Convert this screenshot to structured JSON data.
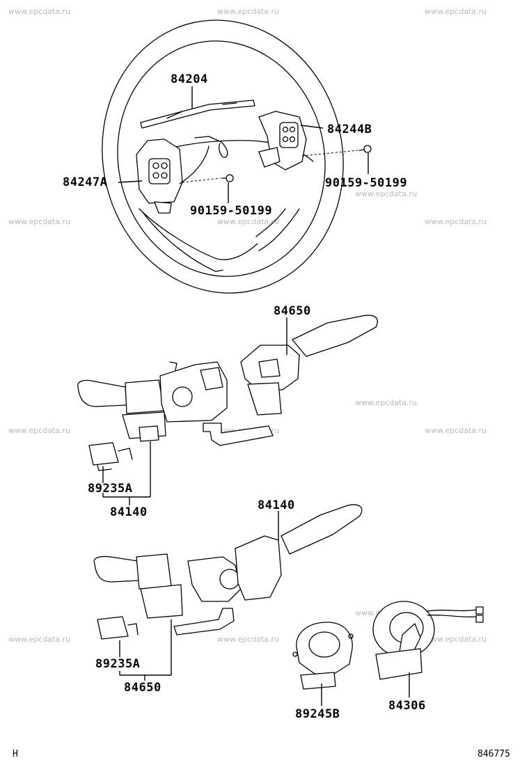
{
  "watermark": "www.epcdata.ru",
  "parts": {
    "p84204": "84204",
    "p84244b": "84244B",
    "p84247a": "84247A",
    "p90159_right": "90159-50199",
    "p90159_center": "90159-50199",
    "p84650_top": "84650",
    "p89235a_top": "89235A",
    "p84140_top": "84140",
    "p84140_mid": "84140",
    "p89235a_bottom": "89235A",
    "p84650_bottom": "84650",
    "p89245b": "89245B",
    "p84306": "84306"
  },
  "corner": {
    "left_code": "H",
    "diagram_number": "846775"
  }
}
